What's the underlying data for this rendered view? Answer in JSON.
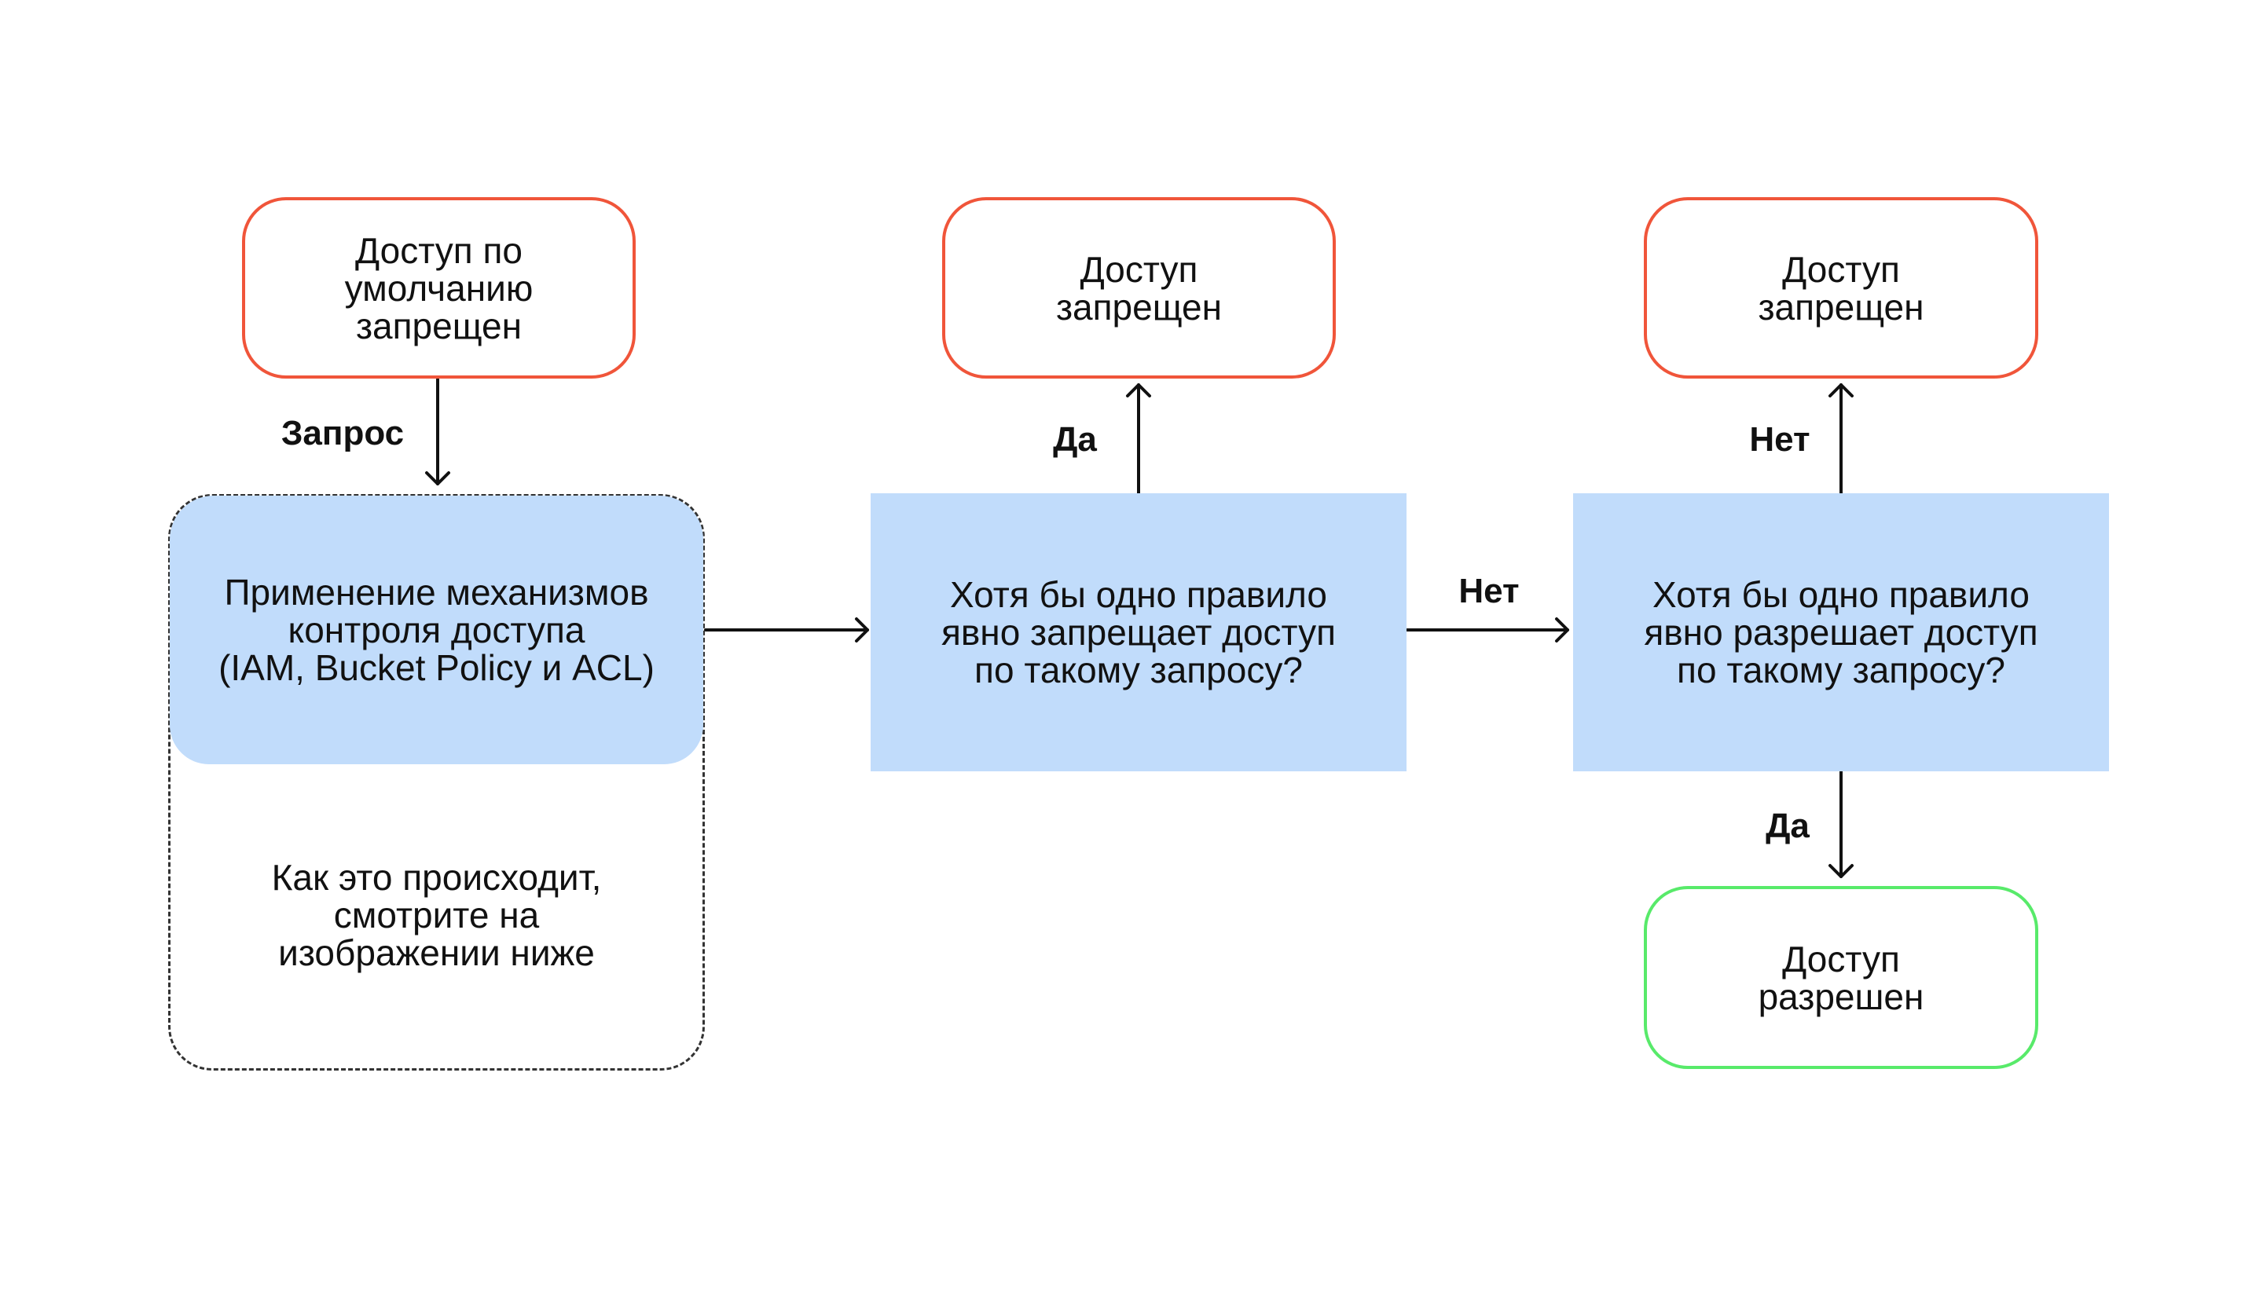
{
  "nodes": {
    "default_deny": "Доступ по\nумолчанию\nзапрещен",
    "apply_mechanisms": "Применение механизмов\nконтроля доступа\n(IAM, Bucket Policy и ACL)",
    "note": "Как это происходит,\nсмотрите на\nизображении ниже",
    "explicit_deny_check": "Хотя бы одно правило\nявно запрещает доступ\nпо такому запросу?",
    "explicit_allow_check": "Хотя бы одно правило\nявно разрешает доступ\nпо такому запросу?",
    "denied_after_deny": "Доступ\nзапрещен",
    "denied_after_allow": "Доступ\nзапрещен",
    "allowed": "Доступ\nразрешен"
  },
  "edges": {
    "request": "Запрос",
    "deny_yes": "Да",
    "deny_no": "Нет",
    "allow_no": "Нет",
    "allow_yes": "Да"
  },
  "colors": {
    "deny_border": "#f0553a",
    "allow_border": "#58ea6a",
    "box_fill": "#c1dcfb",
    "line": "#111111"
  }
}
